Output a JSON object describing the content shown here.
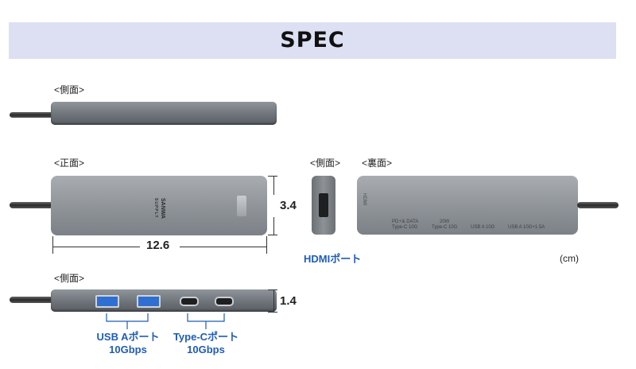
{
  "title": "SPEC",
  "views": {
    "side_top": "<側面>",
    "front": "<正面>",
    "side_hdmi": "<側面>",
    "back": "<裏面>",
    "side_bottom": "<側面>"
  },
  "brand": {
    "line1": "SANWA",
    "line2": "SUPPLY"
  },
  "dimensions": {
    "length": "12.6",
    "height": "3.4",
    "depth": "1.4",
    "unit": "(cm)"
  },
  "ports": {
    "hdmi": "HDMIポート",
    "usb_a": {
      "name": "USB Aポート",
      "speed": "10Gbps"
    },
    "usb_c": {
      "name": "Type-Cポート",
      "speed": "10Gbps"
    }
  },
  "back_print": {
    "hdmi_label": "HDMI",
    "col1_top": "PD⚡& DATA",
    "col1_bottom": "Type-C 10G",
    "col2_top": "20W",
    "col2_bottom": "Type-C 10G",
    "col3": "USB A 10G",
    "col4": "USB A 10G+1.5A"
  },
  "colors": {
    "accent": "#1f5db5",
    "banner": "#dde0f3",
    "body": "#8e9398"
  }
}
